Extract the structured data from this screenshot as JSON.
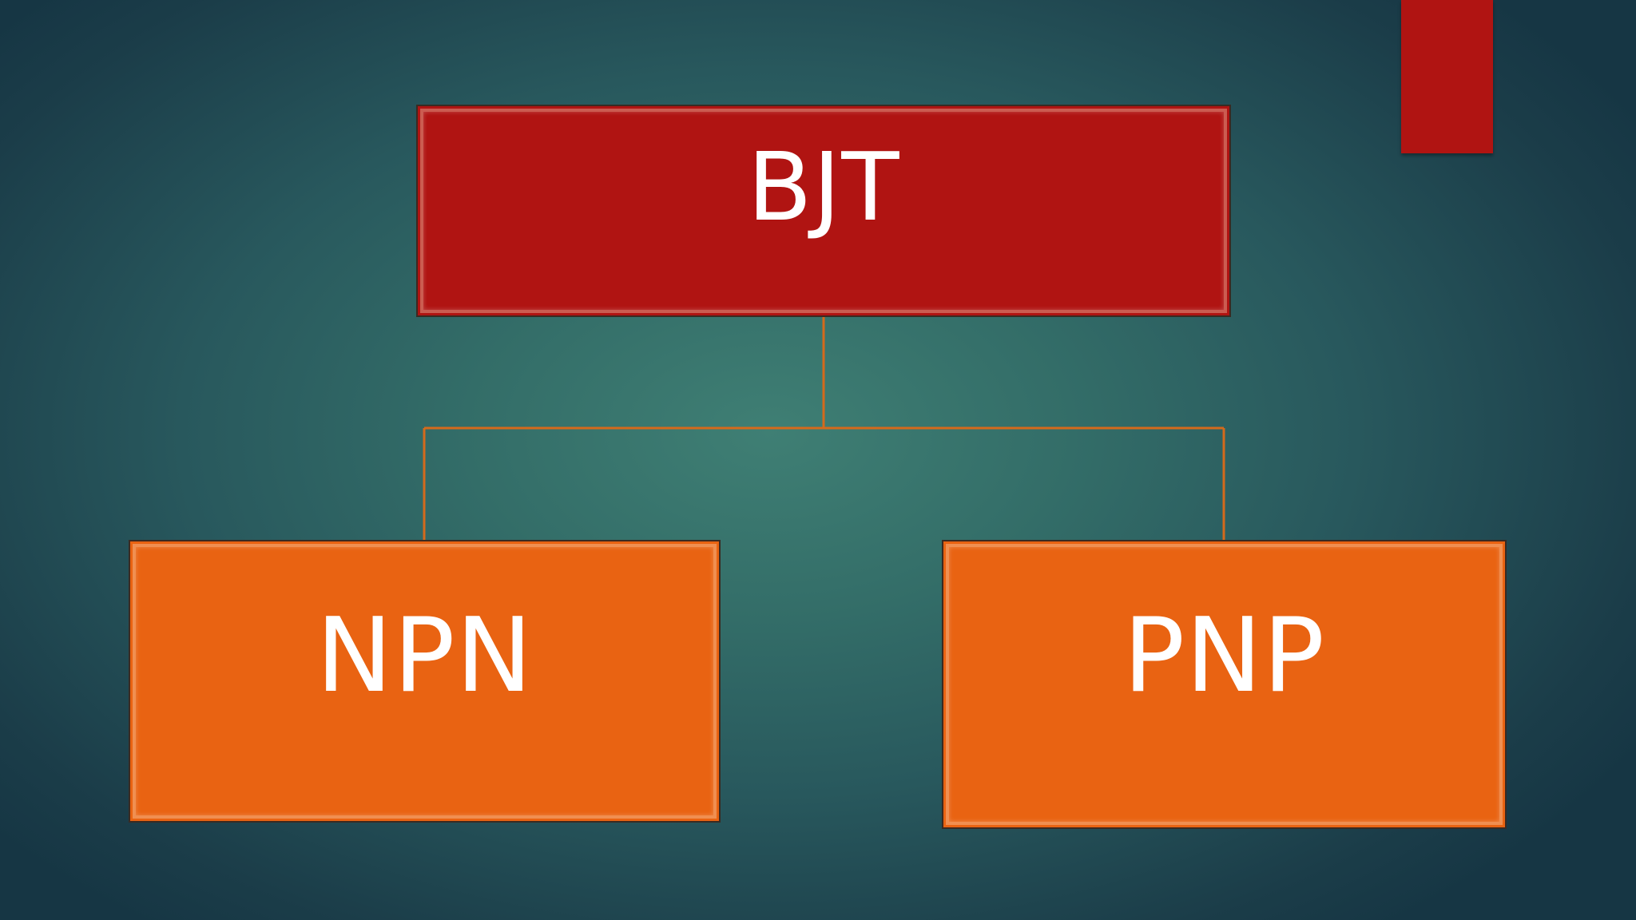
{
  "diagram": {
    "root": {
      "label": "BJT"
    },
    "children": [
      {
        "label": "NPN"
      },
      {
        "label": "PNP"
      }
    ]
  },
  "colors": {
    "root_fill": "#b01412",
    "child_fill": "#e96312",
    "connector": "#d46a1c",
    "corner_tab": "#b01412"
  }
}
